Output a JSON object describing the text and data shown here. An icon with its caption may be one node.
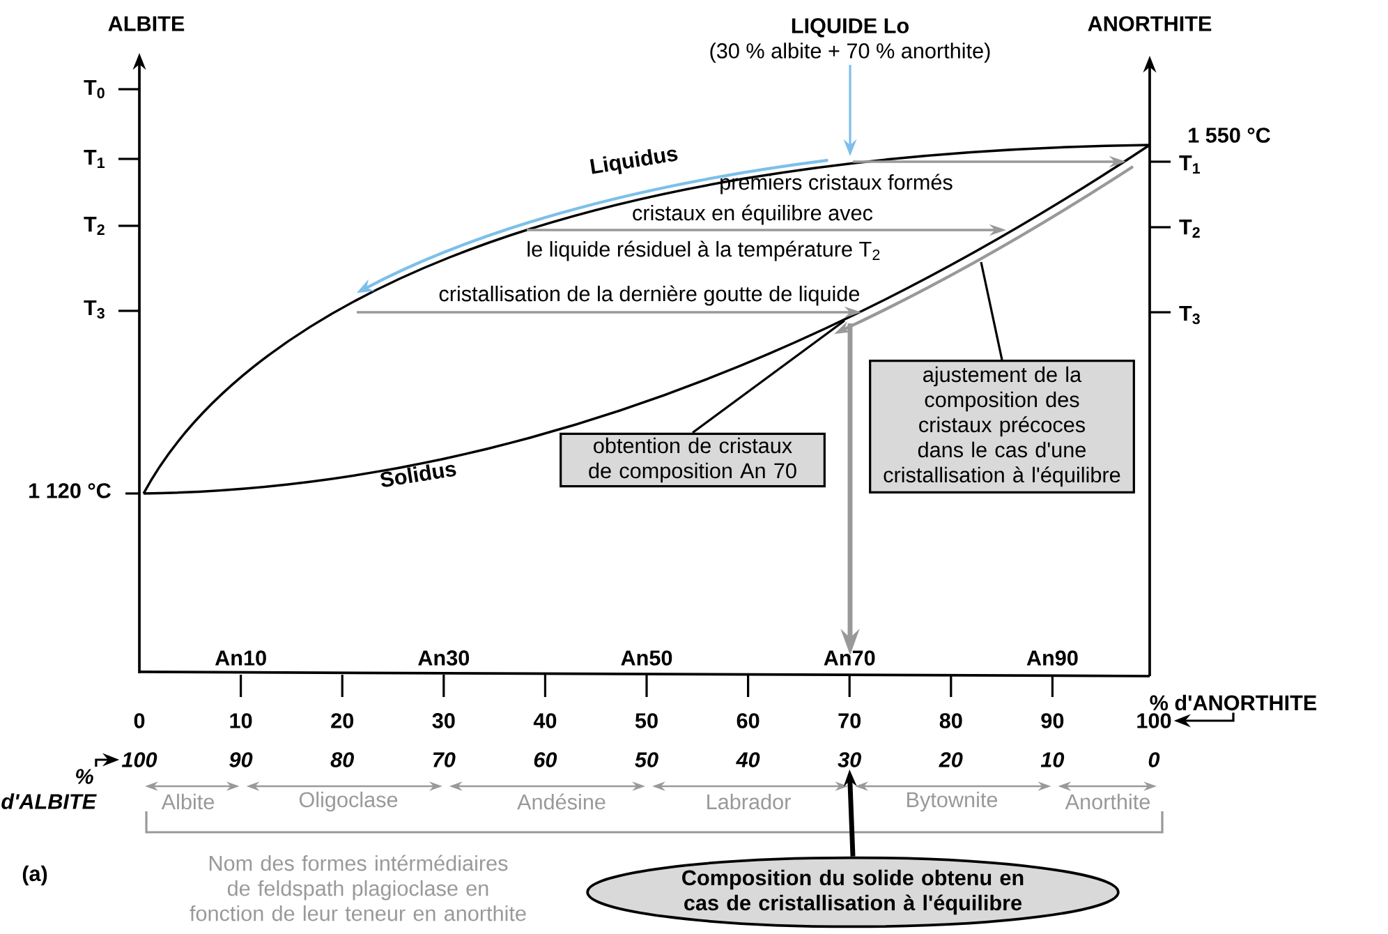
{
  "diagram": {
    "nodes": [
      {
        "text": [
          "LIQUIDE Lo",
          "(30 % albite + 70 % anorthite)"
        ]
      },
      {
        "text": [
          "obtention de cristaux de composition An 70"
        ]
      },
      {
        "text": [
          "ajustement de la composition des cristaux précoces dans le cas d'une cristallisation à l'équilibre"
        ]
      },
      {
        "text": [
          "Composition du solide obtenu en cas de cristallisation à l'équilibre"
        ]
      },
      {
        "text": [
          "% d'ANORTHITE"
        ]
      },
      {
        "text": [
          "% d'ALBITE"
        ]
      },
      {
        "text": [
          "100"
        ]
      },
      {
        "text": [
          "100"
        ]
      },
      {
        "text": [
          "30"
        ]
      }
    ],
    "edges": [
      {
        "from": 0,
        "to": null,
        "arrow": "to",
        "color": "#7dbfea"
      },
      {
        "from": 1,
        "to": null,
        "arrow": "none"
      },
      {
        "from": 2,
        "to": null,
        "arrow": "none"
      },
      {
        "from": 3,
        "to": 8,
        "arrow": "to",
        "style": "thick"
      },
      {
        "from": 4,
        "to": 6,
        "arrow": "to"
      },
      {
        "from": 5,
        "to": 7,
        "arrow": "to"
      }
    ],
    "labels": [
      "ALBITE",
      "ANORTHITE",
      "T$_{0}$",
      "T$_{1}$",
      "1 550 °C",
      "T$_{1}$",
      "Liquidus",
      "premiers cristaux formés",
      "T$_{2}$",
      "cristaux en équilibre avec",
      "T$_{2}$",
      "le liquide résiduel à la température T$_{2}$",
      "T$_{3}$",
      "cristallisation de la dernière goutte de liquide",
      "T$_{3}$",
      "1 120 °C",
      "Solidus",
      "An10",
      "An30",
      "An50",
      "An70",
      "An90",
      "0",
      "10",
      "20",
      "30",
      "40",
      "50",
      "60",
      "70",
      "80",
      "90",
      "90",
      "80",
      "70",
      "60",
      "50",
      "40",
      "20",
      "10",
      "0",
      "Albite",
      "Oligoclase",
      "Andésine",
      "Labrador",
      "Bytownite",
      "Anorthite",
      "Nom des formes intérmédiaires de feldspath plagioclase en fonction de leur teneur en anorthite",
      "(a)"
    ]
  }
}
